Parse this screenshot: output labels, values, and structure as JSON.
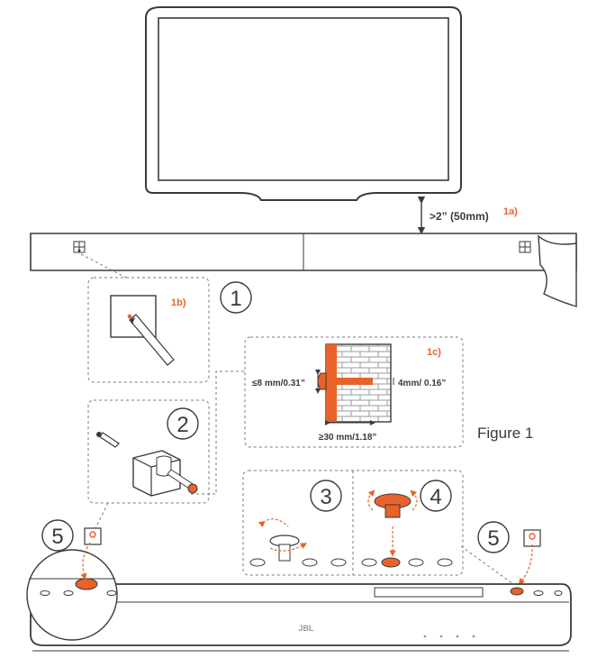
{
  "labels": {
    "gap": ">2” (50mm)",
    "step_1a": "1a)",
    "step_1b": "1b)",
    "step_1c": "1c)",
    "depth": "≤8 mm/0.31”",
    "hole": "4mm/ 0.16”",
    "length": "≥30 mm/1.18”",
    "figure": "Figure 1",
    "brand": "JBL"
  },
  "steps": [
    "1",
    "2",
    "3",
    "4",
    "5",
    "5"
  ],
  "colors": {
    "accent": "#E8622A",
    "line": "#3a3a3a",
    "brick": "#9a9a9a",
    "dash": "#7a7a7a"
  },
  "icons": [
    "tv-icon",
    "template-sheet-icon",
    "pencil-icon",
    "drill-icon",
    "bracket-icon",
    "screw-icon",
    "wall-anchor-icon",
    "soundbar-icon"
  ]
}
